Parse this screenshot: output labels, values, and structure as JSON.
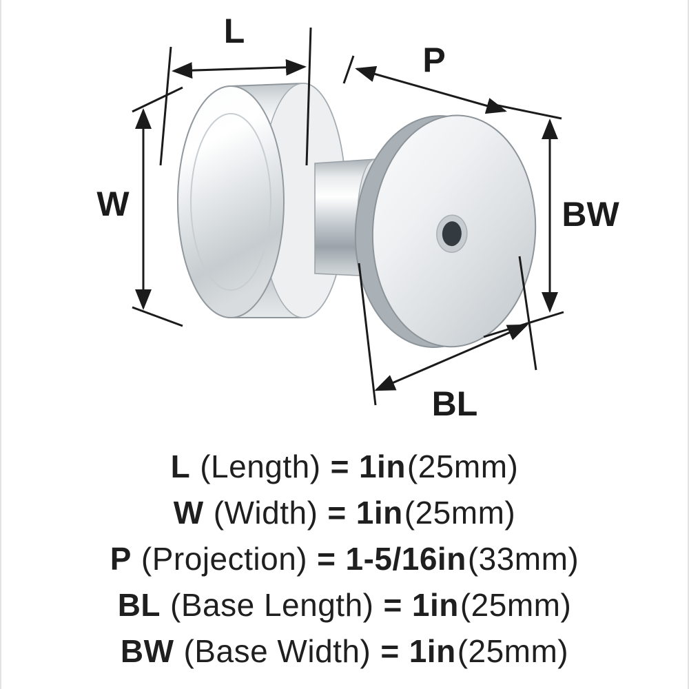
{
  "diagram": {
    "dimension_labels": {
      "length": "L",
      "projection": "P",
      "width": "W",
      "base_width": "BW",
      "base_length": "BL"
    },
    "colors": {
      "line": "#1b1b1b",
      "metal_light": "#ffffff",
      "metal_mid": "#c6ccd0",
      "metal_dark": "#9aa2a8",
      "hole_dark": "#343b40"
    }
  },
  "legend": {
    "rows": [
      {
        "code": "L",
        "name": "(Length)",
        "equals": "=",
        "value": "1in",
        "metric": "(25mm)"
      },
      {
        "code": "W",
        "name": "(Width)",
        "equals": "=",
        "value": "1in",
        "metric": "(25mm)"
      },
      {
        "code": "P",
        "name": "(Projection)",
        "equals": "=",
        "value": "1-5/16in",
        "metric": "(33mm)"
      },
      {
        "code": "BL",
        "name": "(Base Length)",
        "equals": "=",
        "value": "1in",
        "metric": "(25mm)"
      },
      {
        "code": "BW",
        "name": "(Base Width)",
        "equals": "=",
        "value": "1in",
        "metric": "(25mm)"
      }
    ]
  }
}
